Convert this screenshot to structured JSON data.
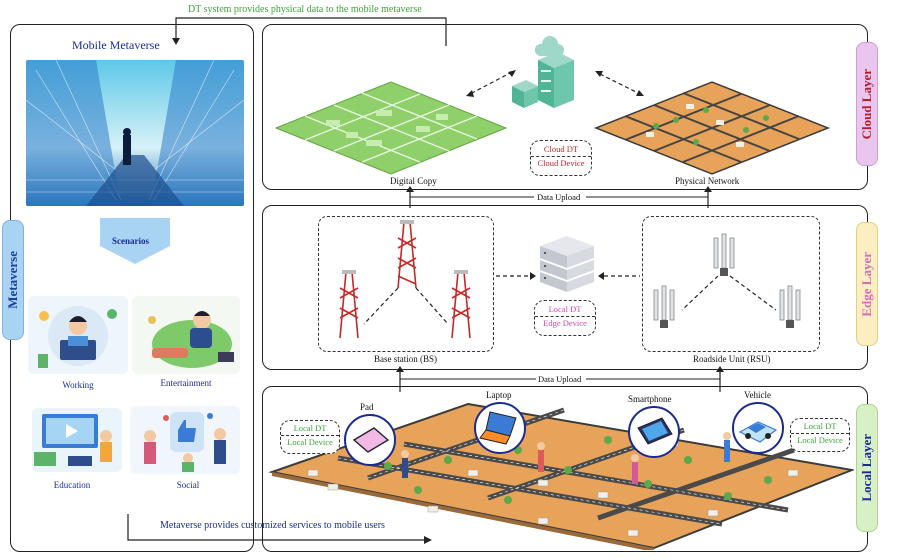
{
  "top_caption": "DT system provides physical data to the mobile metaverse",
  "bottom_caption": "Metaverse provides customized services to mobile users",
  "metaverse": {
    "tab_label": "Metaverse",
    "title": "Mobile Metaverse",
    "scenarios_label": "Scenarios",
    "scenes": [
      {
        "label": "Working"
      },
      {
        "label": "Entertainment"
      },
      {
        "label": "Education"
      },
      {
        "label": "Social"
      }
    ]
  },
  "cloud": {
    "tab_label": "Cloud Layer",
    "digital_copy": "Digital Copy",
    "physical_network": "Physical Network",
    "dt_label": "Cloud DT",
    "device_label": "Cloud Device"
  },
  "upload_label_1": "Data Upload",
  "edge": {
    "tab_label": "Edge Layer",
    "bs_label": "Base station (BS)",
    "rsu_label": "Roadside Unit (RSU)",
    "dt_label": "Local DT",
    "device_label": "Edge Device"
  },
  "upload_label_2": "Data Upload",
  "local": {
    "tab_label": "Local Layer",
    "dt_label": "Local DT",
    "device_label": "Local Device",
    "dt_label_right": "Local DT",
    "device_label_right": "Local Device",
    "devices": [
      {
        "label": "Pad"
      },
      {
        "label": "Laptop"
      },
      {
        "label": "Smartphone"
      },
      {
        "label": "Vehicle"
      }
    ]
  },
  "colors": {
    "cloud_tab": "#e9c6ee",
    "edge_tab": "#fbefc2",
    "local_tab": "#d8f0c6",
    "metaverse_tab": "#a9d3f2",
    "caption_green": "#3aa63a",
    "caption_blue": "#1a2b9a"
  }
}
